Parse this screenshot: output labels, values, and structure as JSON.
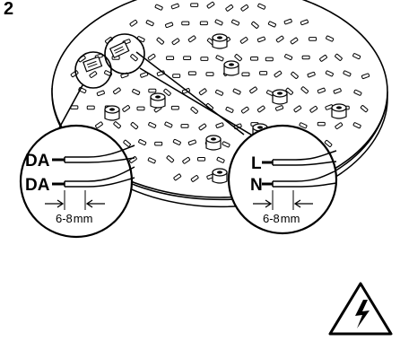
{
  "step": {
    "number": "2"
  },
  "left_detail": {
    "wires": [
      "DA",
      "DA"
    ],
    "strip_length": {
      "value": "6-8",
      "unit": "mm"
    }
  },
  "right_detail": {
    "wires": [
      "L",
      "N"
    ],
    "strip_length": {
      "value": "6-8",
      "unit": "mm"
    }
  },
  "warning": {
    "icon": "high-voltage-icon"
  }
}
